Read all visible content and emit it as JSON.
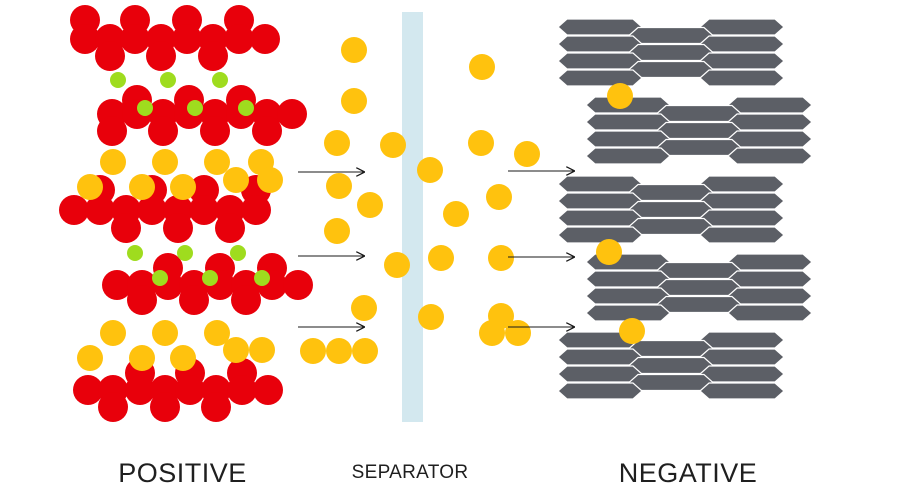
{
  "labels": {
    "positive": "POSITIVE",
    "separator": "SEPARATOR",
    "negative": "NEGATIVE"
  },
  "colors": {
    "cathode_atom": "#e8000b",
    "dopant_atom": "#9fdc1e",
    "lithium_ion": "#ffc20e",
    "separator": "#d3e8ef",
    "graphite": "#5c5f66",
    "arrow": "#1a1a1a",
    "label_text": "#1f1f1f"
  }
}
